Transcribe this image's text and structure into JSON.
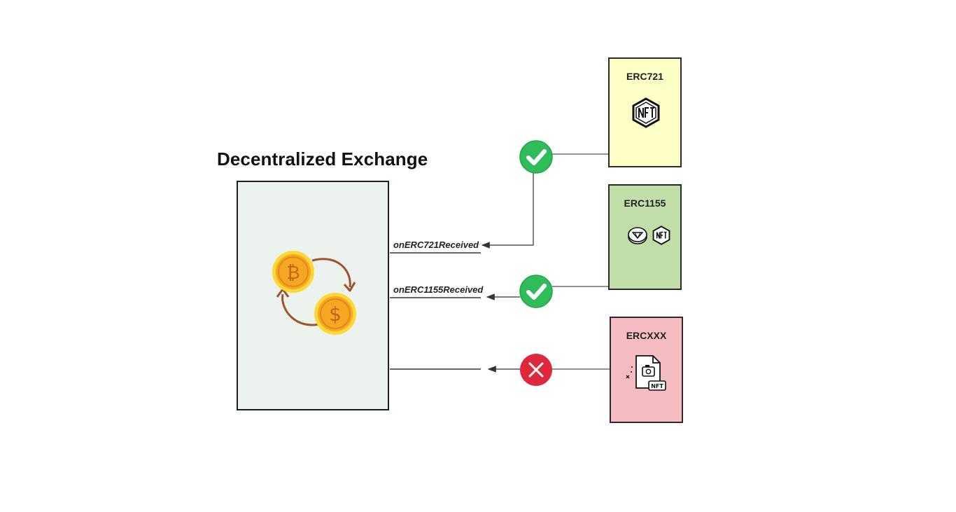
{
  "diagram": {
    "title": "Decentralized Exchange",
    "hooks": {
      "erc721": "onERC721Received",
      "erc1155": "onERC1155Received"
    },
    "tokens": [
      {
        "label": "ERC721",
        "status": "accepted",
        "color": "#fdfdc6",
        "icon": "nft-hexagon-icon"
      },
      {
        "label": "ERC1155",
        "status": "accepted",
        "color": "#c1dea9",
        "icon": "coin-and-nft-icons"
      },
      {
        "label": "ERCXXX",
        "status": "rejected",
        "color": "#f6bcc4",
        "icon": "nft-file-icon"
      }
    ],
    "colors": {
      "accepted": "#2ebd59",
      "rejected": "#e0283c",
      "exchange_box": "#ecf3ef",
      "coin": "#f5a623",
      "swap_arrow": "#a0522d"
    },
    "exchange_icon": "crypto-swap-icon"
  }
}
